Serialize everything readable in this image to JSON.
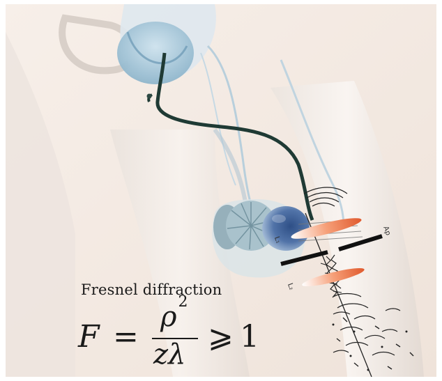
{
  "caption": "Fresnel diffraction",
  "formula": {
    "lhs": "F",
    "equals": "=",
    "numerator": "ρ",
    "exponent": "2",
    "denominator": "zλ",
    "relation": "⩾",
    "rhs": "1"
  },
  "labels": {
    "aperture": "Ap",
    "lens_top": "L₁",
    "lens_bottom": "L₂"
  },
  "colors": {
    "background": "#f4ece6",
    "anatomy_blue": "#8fb6cc",
    "tube_dark": "#1f3a34",
    "lens_orange": "#e8744a",
    "text": "#1a1a1a"
  }
}
